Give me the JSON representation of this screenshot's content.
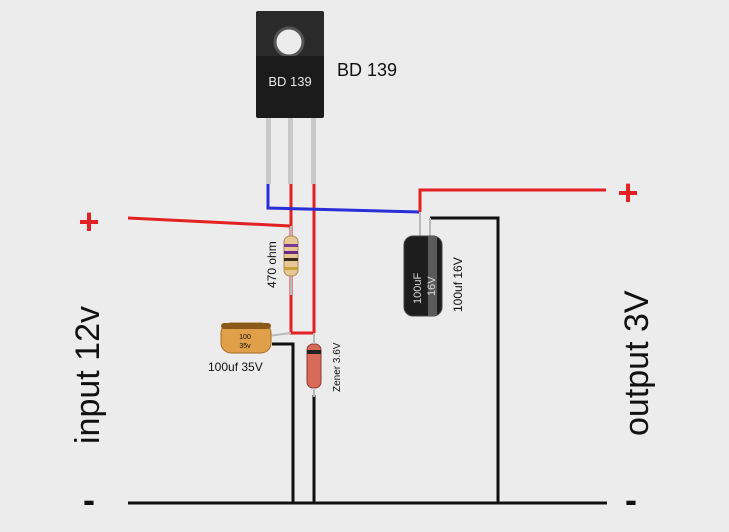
{
  "transistor": {
    "label": "BD 139",
    "body_label": "BD 139"
  },
  "resistor": {
    "label": "470 ohm"
  },
  "capacitor_input": {
    "label": "100uf 35V",
    "body_text_1": "100",
    "body_text_2": "35v"
  },
  "capacitor_output": {
    "label": "100uf 16V",
    "body_text_1": "100uF",
    "body_text_2": "16V"
  },
  "zener": {
    "label": "Zener 3.6V"
  },
  "input": {
    "label": "input 12v",
    "plus": "+",
    "minus": "-"
  },
  "output": {
    "label": "output 3V",
    "plus": "+",
    "minus": "-"
  },
  "colors": {
    "positive_wire": "#e32124",
    "negative_wire": "#111111",
    "emitter_wire": "#2a2ed6",
    "background": "#ececec"
  }
}
